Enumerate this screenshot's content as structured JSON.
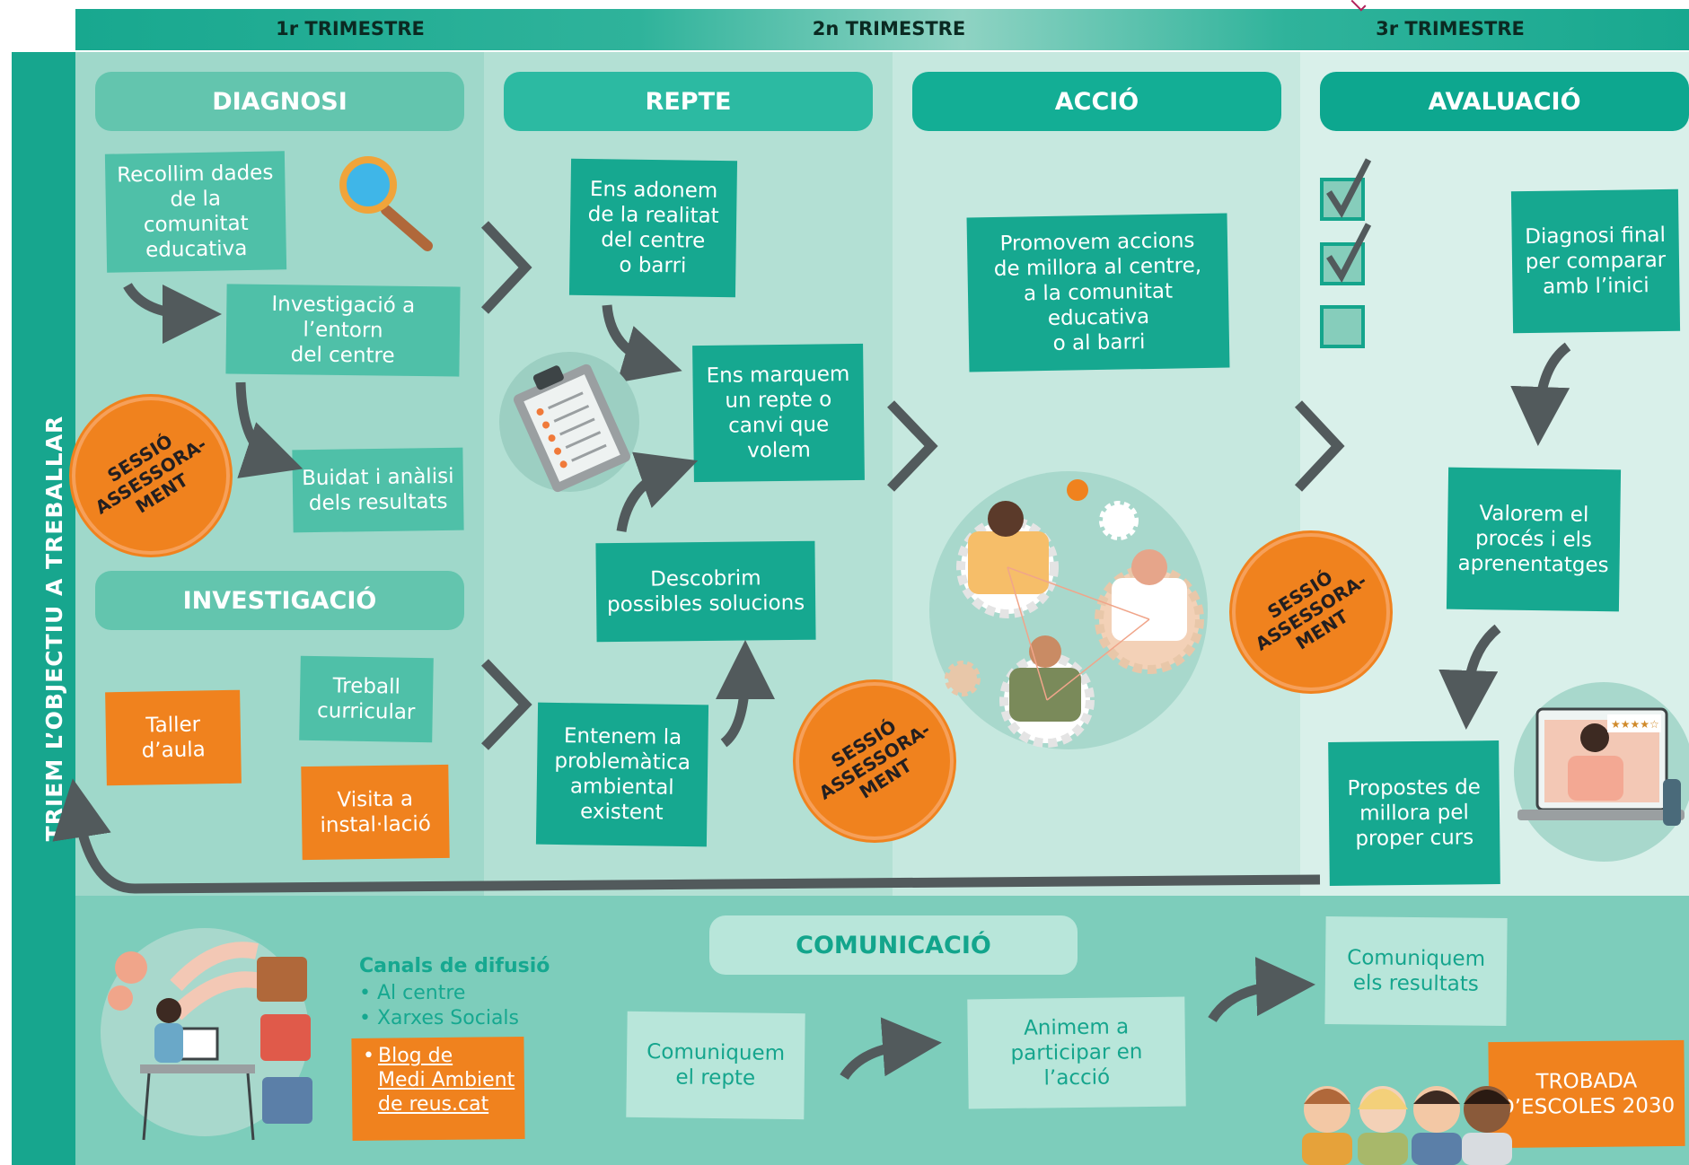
{
  "trimesters": {
    "t1": "1r TRIMESTRE",
    "t2": "2n TRIMESTRE",
    "t3": "3r TRIMESTRE"
  },
  "sidebar_label": "TRIEM L’OBJECTIU A TREBALLAR",
  "phases": {
    "diagnosi": {
      "title": "DIAGNOSI",
      "steps": [
        "Recollim dades\nde la comunitat\neducativa",
        "Investigació a l’entorn\ndel centre",
        "Buidat i anàlisi\ndels resultats"
      ]
    },
    "investigacio": {
      "title": "INVESTIGACIÓ",
      "steps": [
        "Taller\nd’aula",
        "Treball\ncurricular",
        "Visita a\ninstal·lació"
      ]
    },
    "repte": {
      "title": "REPTE",
      "steps": [
        "Ens adonem\nde la realitat\ndel centre\no barri",
        "Ens marquem\nun repte o\ncanvi que\nvolem",
        "Descobrim\npossibles solucions",
        "Entenem la\nproblemàtica\nambiental\nexistent"
      ]
    },
    "accio": {
      "title": "ACCIÓ",
      "steps": [
        "Promovem accions\nde millora al centre,\na la comunitat educativa\no al barri"
      ]
    },
    "avaluacio": {
      "title": "AVALUACIÓ",
      "steps": [
        "Diagnosi final\nper comparar\namb l’inici",
        "Valorem el\nprocés i els\naprenentatges",
        "Propostes de\nmillora pel\nproper curs"
      ]
    }
  },
  "session_label": "SESSIÓ\nASSESSORA-\nMENT",
  "comunicacio": {
    "title": "COMUNICACIÓ",
    "channels_title": "Canals de difusió",
    "channels": [
      "• Al centre",
      "• Xarxes Socials"
    ],
    "blog_bullet": "•",
    "blog_link": "Blog de\nMedi Ambient\nde reus.cat",
    "steps": [
      "Comuniquem\nel repte",
      "Animem a\nparticipar en l’acció",
      "Comuniquem\nels resultats"
    ],
    "trobada": "TROBADA\nD’ESCOLES 2030"
  },
  "colors": {
    "dark_teal": "#16a890",
    "mid_teal": "#4fc0a8",
    "orange": "#f0821e",
    "bg_col1": "#9fd8ca",
    "bg_col2": "#b3e0d4",
    "bg_col3": "#c6e8df",
    "bg_col4": "#d9f0ea",
    "bottom": "#7dcdbb"
  },
  "icons": [
    "magnifier-icon",
    "clipboard-icon",
    "checkbox-icon",
    "people-gears-illustration",
    "video-call-illustration",
    "social-media-illustration",
    "children-illustration"
  ]
}
